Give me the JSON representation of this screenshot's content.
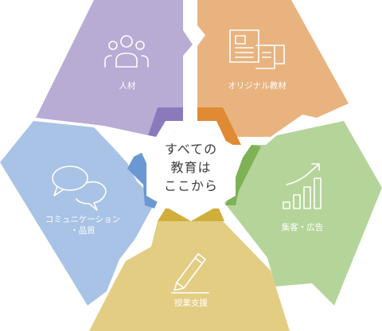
{
  "center": {
    "line1": "すべての",
    "line2": "教育は",
    "line3": "ここから"
  },
  "segments": [
    {
      "label": "人材",
      "icon": "people-icon",
      "color": "#b8abd4",
      "accent": "#8a7abc"
    },
    {
      "label": "オリジナル教材",
      "icon": "documents-icon",
      "color": "#e9b37f",
      "accent": "#e08a34"
    },
    {
      "label": "集客・広告",
      "icon": "growth-chart-icon",
      "color": "#b5d49a",
      "accent": "#7fb257"
    },
    {
      "label": "授業支援",
      "icon": "pencil-icon",
      "color": "#e3cd83",
      "accent": "#d1ae3b"
    },
    {
      "label_line1": "コミュニケーション",
      "label_line2": "・品質",
      "icon": "speech-bubbles-icon",
      "color": "#a9c3e6",
      "accent": "#6a98d2"
    }
  ]
}
